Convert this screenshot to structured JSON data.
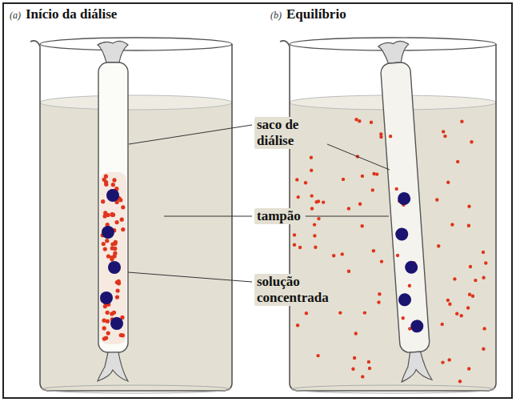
{
  "diagram": {
    "labels": [
      "(a)",
      "Início da diálise",
      "(b)",
      "Equilíbrio",
      "saco de diálise",
      "tampão",
      "solução concentrada"
    ]
  }
}
